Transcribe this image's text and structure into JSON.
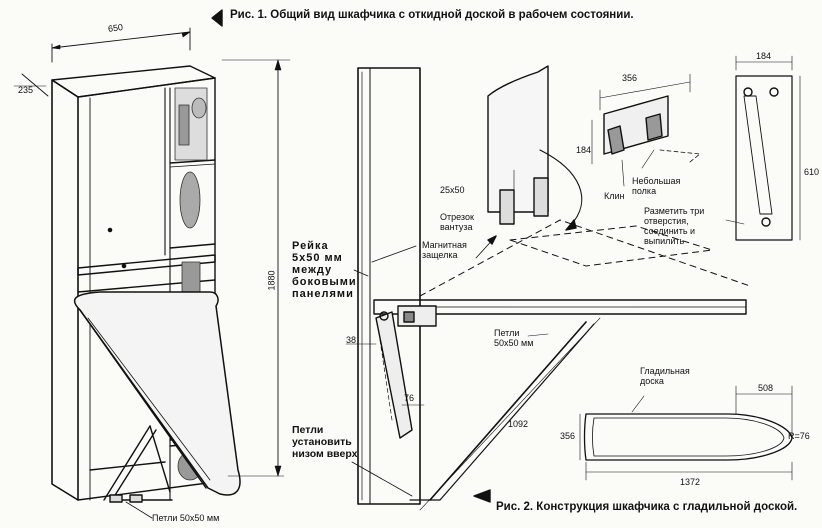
{
  "figure1": {
    "caption": "Рис. 1. Общий вид шкафчика с откидной доской в рабочем состоянии.",
    "dims": {
      "width": "650",
      "depth": "235",
      "height": "1880"
    },
    "label_hinges": "Петли 50x50 мм"
  },
  "figure2": {
    "caption": "Рис. 2. Конструкция шкафчика с гладильной доской.",
    "note_rail": "Рейка 5x50 мм между боковыми панелями",
    "note_hinges": "Петли установить низом вверх",
    "label_magnet": "Магнитная защелка",
    "label_hinges": "Петли 50x50 мм",
    "label_piece_size": "25x50",
    "label_piece_cut": "Отрезок вантуза",
    "label_wedge": "Клин",
    "label_shelf": "Небольшая полка",
    "label_mark": "Разметить три отверстия, соединить и выпилить",
    "label_board": "Гладильная доска",
    "dims": {
      "d356_top": "356",
      "d184_left": "184",
      "d184_top": "184",
      "d610": "610",
      "d38": "38",
      "d76": "76",
      "d1092": "1092",
      "d508": "508",
      "d356_board": "356",
      "d1372": "1372",
      "radius": "R=76"
    }
  }
}
